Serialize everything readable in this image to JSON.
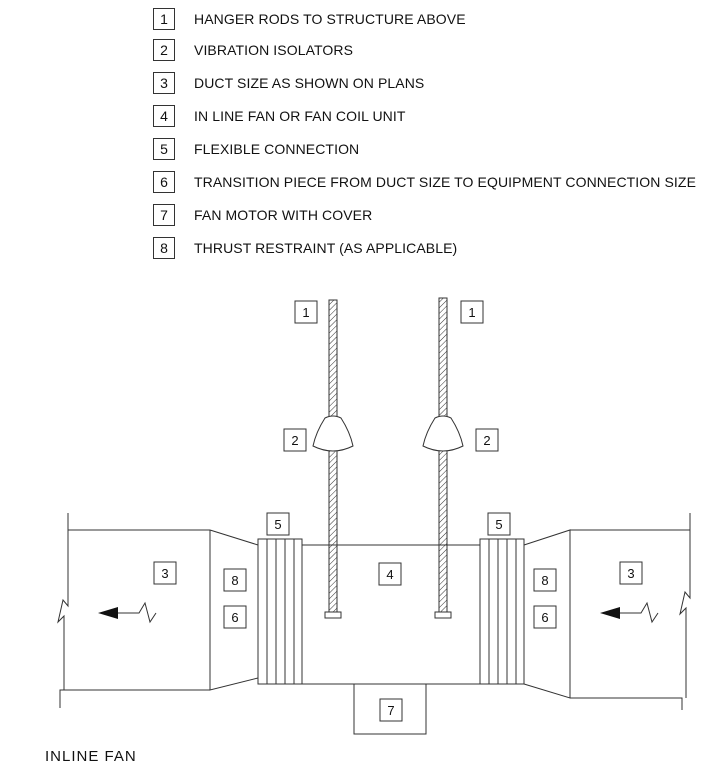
{
  "legend": [
    {
      "num": "1",
      "text": "HANGER RODS TO STRUCTURE ABOVE"
    },
    {
      "num": "2",
      "text": "VIBRATION ISOLATORS"
    },
    {
      "num": "3",
      "text": "DUCT SIZE AS SHOWN ON PLANS"
    },
    {
      "num": "4",
      "text": "IN LINE FAN OR FAN COIL UNIT"
    },
    {
      "num": "5",
      "text": "FLEXIBLE CONNECTION"
    },
    {
      "num": "6",
      "text": "TRANSITION PIECE FROM DUCT SIZE TO EQUIPMENT CONNECTION SIZE"
    },
    {
      "num": "7",
      "text": "FAN MOTOR WITH COVER"
    },
    {
      "num": "8",
      "text": "THRUST RESTRAINT (AS APPLICABLE)"
    }
  ],
  "tags": {
    "rod_left": "1",
    "rod_right": "1",
    "iso_left": "2",
    "iso_right": "2",
    "duct_left": "3",
    "duct_right": "3",
    "fan": "4",
    "flex_left": "5",
    "flex_right": "5",
    "trans_left": "6",
    "trans_right": "6",
    "motor": "7",
    "thrust_left": "8",
    "thrust_right": "8"
  },
  "caption": "INLINE FAN"
}
